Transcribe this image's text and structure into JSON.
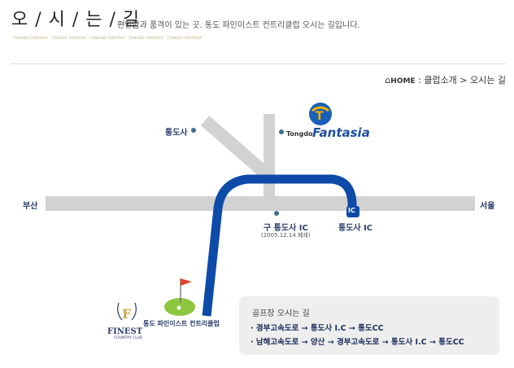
{
  "header": {
    "title": "오 / 시 / 는 / 길",
    "subtitle": "편안함과 품격이 있는 곳. 통도 파인이스트 컨트리클럽 오시는 길입니다.",
    "tiny_text": "TONGDO FANTASIA · TONGDO FANTASIA · TONGDO FANTASIA · TONGDO FANTASIA · TONGDO FANTASIA"
  },
  "breadcrumb": {
    "home": "HOME",
    "sep1": ":",
    "section": "클럽소개",
    "arrow": ">",
    "current": "오시는 길"
  },
  "map": {
    "labels": {
      "busan": "부산",
      "seoul": "서울",
      "tongdosa": "통도사",
      "old_ic": "구 통도사 IC",
      "old_ic_note": "(2005.12.14 폐쇄)",
      "tongdosa_ic": "통도사 IC",
      "ic_badge": "IC",
      "tongdo_brand": "Tongdo",
      "fantasia": "Fantasia",
      "finest": "FINEST",
      "finest_sub": "COUNTRY CLUB",
      "club_name": "통도 파인이스트 컨트리클럽"
    },
    "colors": {
      "road": "#d2d2d2",
      "route": "#0e4aa8",
      "flag": "#e0442a",
      "green": "#8cc63f",
      "accent": "#2c3e6b"
    }
  },
  "directions": {
    "heading": "골프장 오시는 길",
    "routes": [
      "· 경부고속도로 → 통도사 I.C → 통도CC",
      "· 남해고속도로 → 양산 → 경부고속도로 → 통도사 I.C → 통도CC"
    ]
  }
}
